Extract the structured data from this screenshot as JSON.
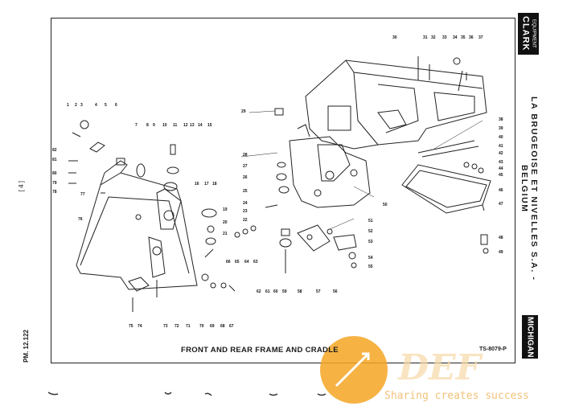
{
  "brand": {
    "top_logo": "CLARK",
    "top_sub": "EQUIPMENT",
    "bottom_logo": "MICHIGAN"
  },
  "maker_text": "LA BRUGEOISE ET NIVELLES S.A. - BELGIUM",
  "side_mark": "[ 4 ]",
  "pm_mark": "PM. 12.122",
  "caption": "FRONT AND REAR FRAME AND CRADLE",
  "drawing_no": "TS-8079-P",
  "watermark": "Sharing creates success",
  "watermark_mark": "DEF",
  "colors": {
    "ink": "#1a1a1a",
    "watermark_orange": "#f5a623",
    "watermark_text": "#f2c27a"
  },
  "callouts": [
    "1",
    "2",
    "3",
    "4",
    "5",
    "6",
    "7",
    "8",
    "9",
    "10",
    "11",
    "12",
    "13",
    "14",
    "15",
    "16",
    "17",
    "18",
    "19",
    "20",
    "21",
    "22",
    "23",
    "24",
    "25",
    "26",
    "27",
    "28",
    "29",
    "30",
    "31",
    "32",
    "33",
    "34",
    "35",
    "36",
    "37",
    "38",
    "39",
    "40",
    "41",
    "42",
    "43",
    "44",
    "45",
    "46",
    "47",
    "48",
    "49",
    "50",
    "51",
    "52",
    "53",
    "54",
    "55",
    "56",
    "57",
    "58",
    "59",
    "60",
    "61",
    "62",
    "63",
    "64",
    "65",
    "66",
    "67",
    "68",
    "69",
    "70",
    "71",
    "72",
    "73",
    "74",
    "75",
    "76",
    "77",
    "78",
    "79",
    "80",
    "81",
    "82"
  ]
}
